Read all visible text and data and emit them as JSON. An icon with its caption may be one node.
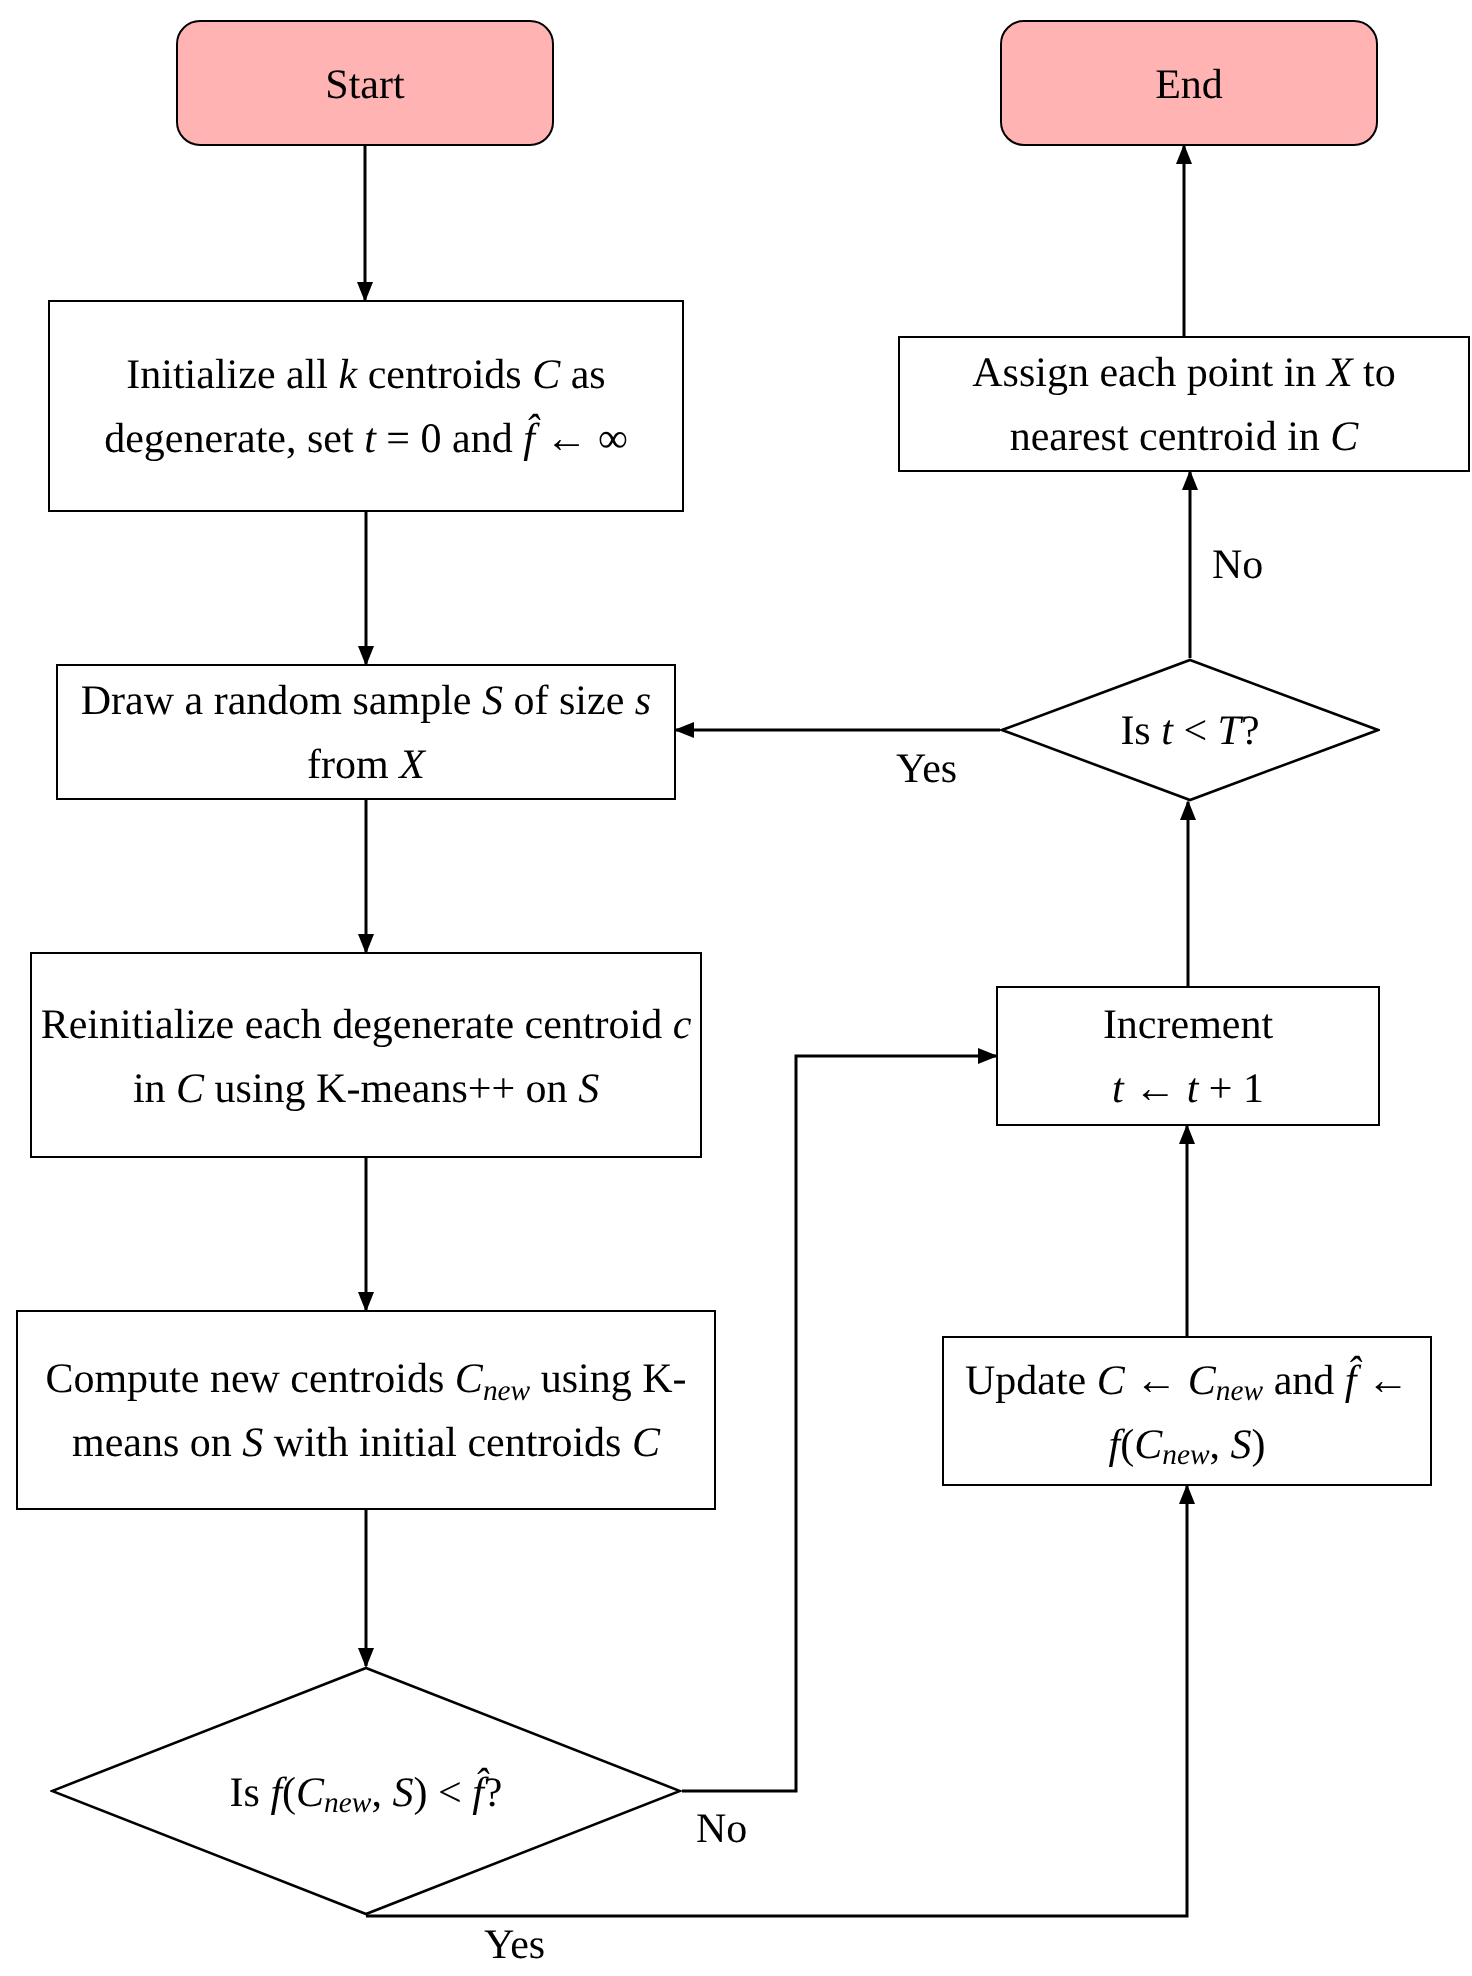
{
  "diagram": {
    "nodes": [
      {
        "text": [
          "Start"
        ]
      },
      {
        "text": [
          "End"
        ]
      },
      {
        "text": [
          "Initialize all *k* centroids *C* as degenerate, set *t* = 0 and *f̂* ← ∞"
        ]
      },
      {
        "text": [
          "Assign each point in *X* to nearest centroid in *C*"
        ]
      },
      {
        "text": [
          "Draw a random sample *S* of size *s* from *X*"
        ]
      },
      {
        "text": [
          "Is *t* < *T*?"
        ]
      },
      {
        "text": [
          "Reinitialize each degenerate centroid *c* in *C* using K-means++ on *S*"
        ]
      },
      {
        "text": [
          "Increment",
          "*t* ← *t* + 1"
        ]
      },
      {
        "text": [
          "Compute new centroids *C*$_{new}$ using K-means on *S* with initial centroids *C*"
        ]
      },
      {
        "text": [
          "Update *C* ← *C*$_{new}$ and *f̂* ← *f*(*C*$_{new}$, *S*)"
        ]
      },
      {
        "text": [
          "Is *f*(*C*$_{new}$, *S*) < *f̂*?"
        ]
      }
    ],
    "edges": [
      {
        "from": 0,
        "to": 2,
        "arrow": "to"
      },
      {
        "from": 2,
        "to": 4,
        "arrow": "to"
      },
      {
        "from": 4,
        "to": 6,
        "arrow": "to"
      },
      {
        "from": 6,
        "to": 8,
        "arrow": "to"
      },
      {
        "from": 8,
        "to": 10,
        "arrow": "to"
      },
      {
        "from": 10,
        "to": 7,
        "arrow": "to",
        "label": "No"
      },
      {
        "from": 10,
        "to": 9,
        "arrow": "to",
        "label": "Yes"
      },
      {
        "from": 9,
        "to": 7,
        "arrow": "to"
      },
      {
        "from": 7,
        "to": 5,
        "arrow": "to"
      },
      {
        "from": 5,
        "to": 4,
        "arrow": "to",
        "label": "Yes"
      },
      {
        "from": 5,
        "to": 3,
        "arrow": "to",
        "label": "No"
      },
      {
        "from": 3,
        "to": 1,
        "arrow": "to"
      }
    ]
  }
}
